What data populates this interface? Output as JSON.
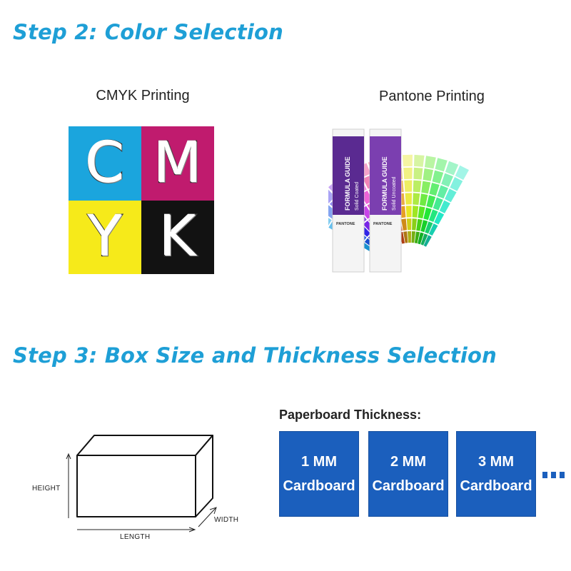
{
  "step2": {
    "title": "Step 2: Color Selection",
    "cmyk": {
      "label": "CMYK Printing",
      "cells": [
        {
          "letter": "C",
          "color": "#1ba5dd"
        },
        {
          "letter": "M",
          "color": "#c01b6e"
        },
        {
          "letter": "Y",
          "color": "#f6ea1a"
        },
        {
          "letter": "K",
          "color": "#121212"
        }
      ]
    },
    "pantone": {
      "label": "Pantone Printing",
      "guides": [
        {
          "title": "FORMULA GUIDE",
          "subtitle": "Solid Coated",
          "brand": "PANTONE"
        },
        {
          "title": "FORMULA GUIDE",
          "subtitle": "Solid Uncoated",
          "brand": "PANTONE"
        }
      ],
      "guide_color": "#5a2a91"
    }
  },
  "step3": {
    "title": "Step 3: Box Size and Thickness Selection",
    "box": {
      "height_label": "HEIGHT",
      "length_label": "LENGTH",
      "width_label": "WIDTH"
    },
    "paperboard": {
      "title": "Paperboard Thickness:",
      "options": [
        {
          "thickness": "1 MM",
          "material": "Cardboard"
        },
        {
          "thickness": "2 MM",
          "material": "Cardboard"
        },
        {
          "thickness": "3 MM",
          "material": "Cardboard"
        }
      ],
      "more_icon": "ellipsis-icon",
      "card_color": "#1b5fbd"
    }
  },
  "accent_color": "#1e9fd6"
}
